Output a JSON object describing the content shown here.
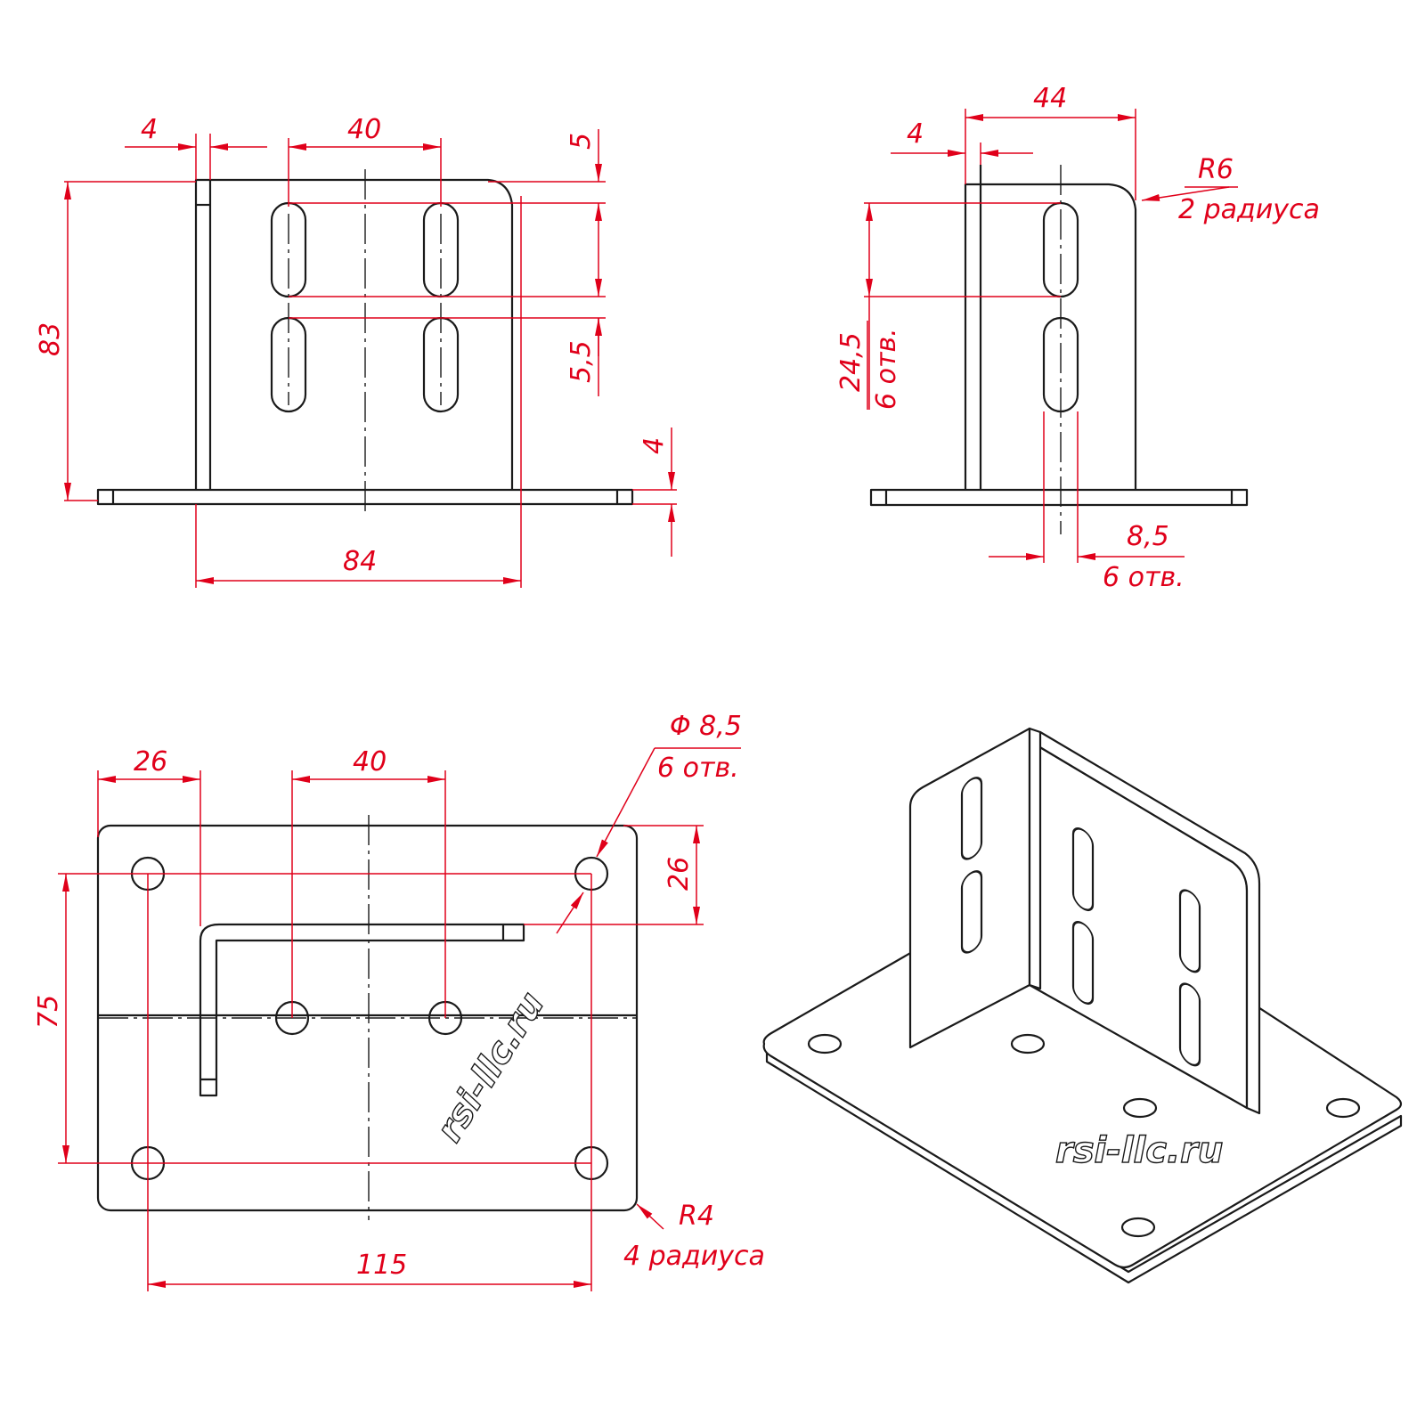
{
  "colors": {
    "part": "#1a1a1a",
    "dimension": "#e0001a",
    "background": "#ffffff"
  },
  "front_view": {
    "dim_thickness": "4",
    "dim_slot_spacing": "40",
    "dim_top_offset": "5",
    "dim_slot_gap": "5,5",
    "dim_height": "83",
    "dim_base_thickness": "4",
    "dim_width": "84"
  },
  "side_view": {
    "dim_width": "44",
    "dim_thickness": "4",
    "radius_label": "R6",
    "radius_note": "2 радиуса",
    "slot_length_value": "24,5",
    "slot_length_note": "6 отв.",
    "slot_width_value": "8,5",
    "slot_width_note": "6 отв."
  },
  "top_view": {
    "dim_left_offset": "26",
    "dim_hole_spacing": "40",
    "hole_diameter": "Φ 8,5",
    "hole_note": "6 отв.",
    "dim_top_offset": "26",
    "dim_hole_rows": "75",
    "dim_hole_span": "115",
    "radius_label": "R4",
    "radius_note": "4 радиуса",
    "watermark": "rsi-llc.ru"
  },
  "iso_view": {
    "watermark": "rsi-llc.ru"
  }
}
